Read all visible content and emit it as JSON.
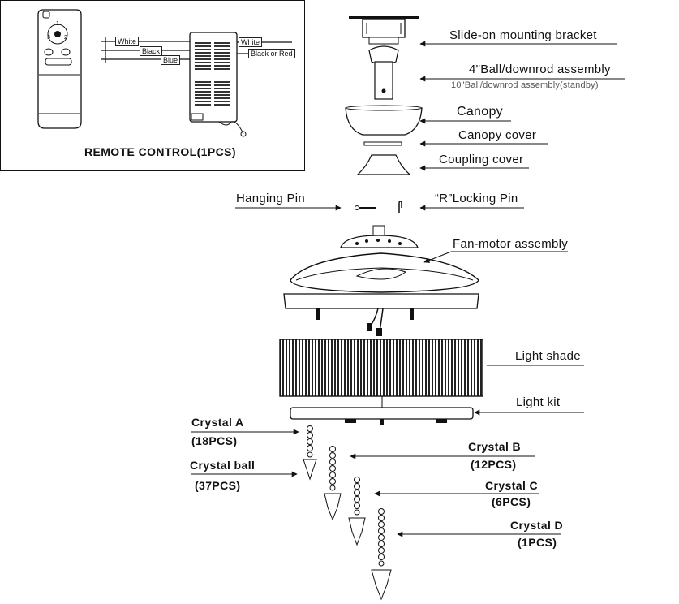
{
  "remote": {
    "title": "REMOTE CONTROL(1PCS)",
    "wires_left": [
      "White",
      "Black",
      "Blue"
    ],
    "wires_right": [
      "White",
      "Black or Red"
    ]
  },
  "parts": {
    "bracket": "Slide-on mounting bracket",
    "downrod": "4\"Ball/downrod assembly",
    "downrod_standby": "10\"Ball/downrod assembly(standby)",
    "canopy": "Canopy",
    "canopy_cover": "Canopy cover",
    "coupling_cover": "Coupling cover",
    "hanging_pin": "Hanging Pin",
    "locking_pin": "“R”Locking Pin",
    "fan_motor": "Fan-motor assembly",
    "light_shade": "Light shade",
    "light_kit": "Light kit"
  },
  "crystals": {
    "a_name": "Crystal A",
    "a_qty": "(18PCS)",
    "ball_name": "Crystal ball",
    "ball_qty": "(37PCS)",
    "b_name": "Crystal B",
    "b_qty": "(12PCS)",
    "c_name": "Crystal C",
    "c_qty": "(6PCS)",
    "d_name": "Crystal D",
    "d_qty": "(1PCS)"
  }
}
